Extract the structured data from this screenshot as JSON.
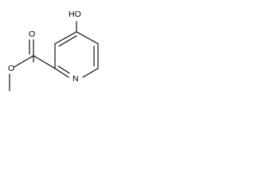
{
  "molecule": {
    "atoms": {
      "hydroxyl": "HO",
      "carbonyl_oxygen": "O",
      "ester_oxygen": "O",
      "ring_nitrogen": "N"
    }
  }
}
